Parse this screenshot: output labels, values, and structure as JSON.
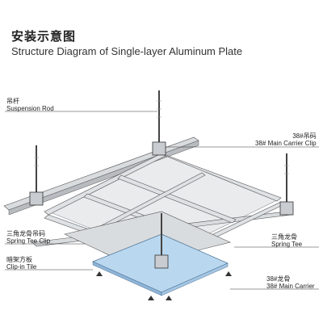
{
  "title": {
    "cn": "安装示意图",
    "en": "Structure Diagram of Single-layer Aluminum Plate"
  },
  "labels": {
    "suspension_rod": {
      "cn": "吊杆",
      "en": "Suspension Rod"
    },
    "main_carrier_clip": {
      "cn": "38#吊码",
      "en": "38# Main Carrier Clip"
    },
    "spring_tee_clip": {
      "cn": "三角龙骨吊码",
      "en": "Spring Tee Clip"
    },
    "spring_tee": {
      "cn": "三角龙骨",
      "en": "Spring Tee"
    },
    "clip_in_tile": {
      "cn": "暗架方板",
      "en": "Clip-in Tile"
    },
    "main_carrier": {
      "cn": "38#龙骨",
      "en": "38# Main Carrier"
    }
  },
  "colors": {
    "steel": "#d9dcdf",
    "steel_dark": "#8a8f94",
    "panel": "#e9ebed",
    "tile_blue": "#b9d7ef",
    "line": "#333333"
  }
}
